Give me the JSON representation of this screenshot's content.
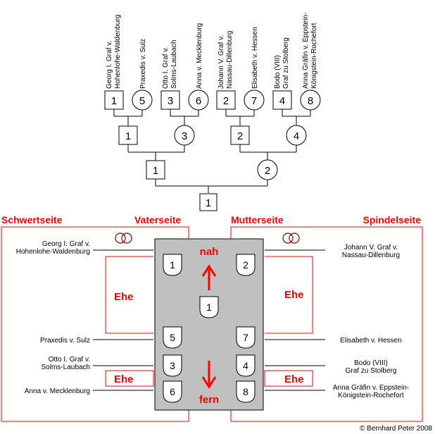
{
  "tree": {
    "gen4": [
      {
        "num": "1",
        "shape": "square",
        "name": [
          "Georg I. Graf v.",
          "Hohenlohe-Waldenburg"
        ]
      },
      {
        "num": "5",
        "shape": "circle",
        "name": [
          "Praxedis v. Sulz"
        ]
      },
      {
        "num": "3",
        "shape": "square",
        "name": [
          "Otto I. Graf v.",
          "Solms-Laubach"
        ]
      },
      {
        "num": "6",
        "shape": "circle",
        "name": [
          "Anna v. Mecklenburg"
        ]
      },
      {
        "num": "2",
        "shape": "square",
        "name": [
          "Johann V. Graf v.",
          "Nassau-Dillenburg"
        ]
      },
      {
        "num": "7",
        "shape": "circle",
        "name": [
          "Elisabeth v. Hessen"
        ]
      },
      {
        "num": "4",
        "shape": "square",
        "name": [
          "Bodo (VIII)",
          "Graf zu Stolberg"
        ]
      },
      {
        "num": "8",
        "shape": "circle",
        "name": [
          "Anna Gräfin v. Eppstein-",
          "Königstein-Rochefort"
        ]
      }
    ],
    "gen3": [
      {
        "num": "1",
        "shape": "square"
      },
      {
        "num": "3",
        "shape": "circle"
      },
      {
        "num": "2",
        "shape": "square"
      },
      {
        "num": "4",
        "shape": "circle"
      }
    ],
    "gen2": [
      {
        "num": "1",
        "shape": "square"
      },
      {
        "num": "2",
        "shape": "circle"
      }
    ],
    "gen1": [
      {
        "num": "1",
        "shape": "square"
      }
    ]
  },
  "labels": {
    "schwertseite": "Schwertseite",
    "vaterseite": "Vaterseite",
    "mutterseite": "Mutterseite",
    "spindelseite": "Spindelseite",
    "ehe": "Ehe",
    "nah": "nah",
    "fern": "fern",
    "copyright": "© Bernhard Peter 2008"
  },
  "shields": {
    "left": [
      "1",
      "5",
      "3",
      "6"
    ],
    "right": [
      "2",
      "7",
      "4",
      "8"
    ],
    "center": "1"
  },
  "left_names": [
    [
      "Georg I. Graf v.",
      "Hohenlohe-Waldenburg"
    ],
    [
      "Praxedis v. Sulz"
    ],
    [
      "Otto I. Graf v.",
      "Solms-Laubach"
    ],
    [
      "Anna v. Mecklenburg"
    ]
  ],
  "right_names": [
    [
      "Johann V. Graf v.",
      "Nassau-Dillenburg"
    ],
    [
      "Elisabeth v. Hessen"
    ],
    [
      "Bodo (VIII)",
      "Graf zu Stolberg"
    ],
    [
      "Anna Gräfin v. Eppstein-",
      "Königstein-Rochefort"
    ]
  ],
  "colors": {
    "accent": "#ff0000",
    "panel": "#c0c0c0",
    "line": "#000000",
    "marriage_rings": "#8b0000"
  }
}
